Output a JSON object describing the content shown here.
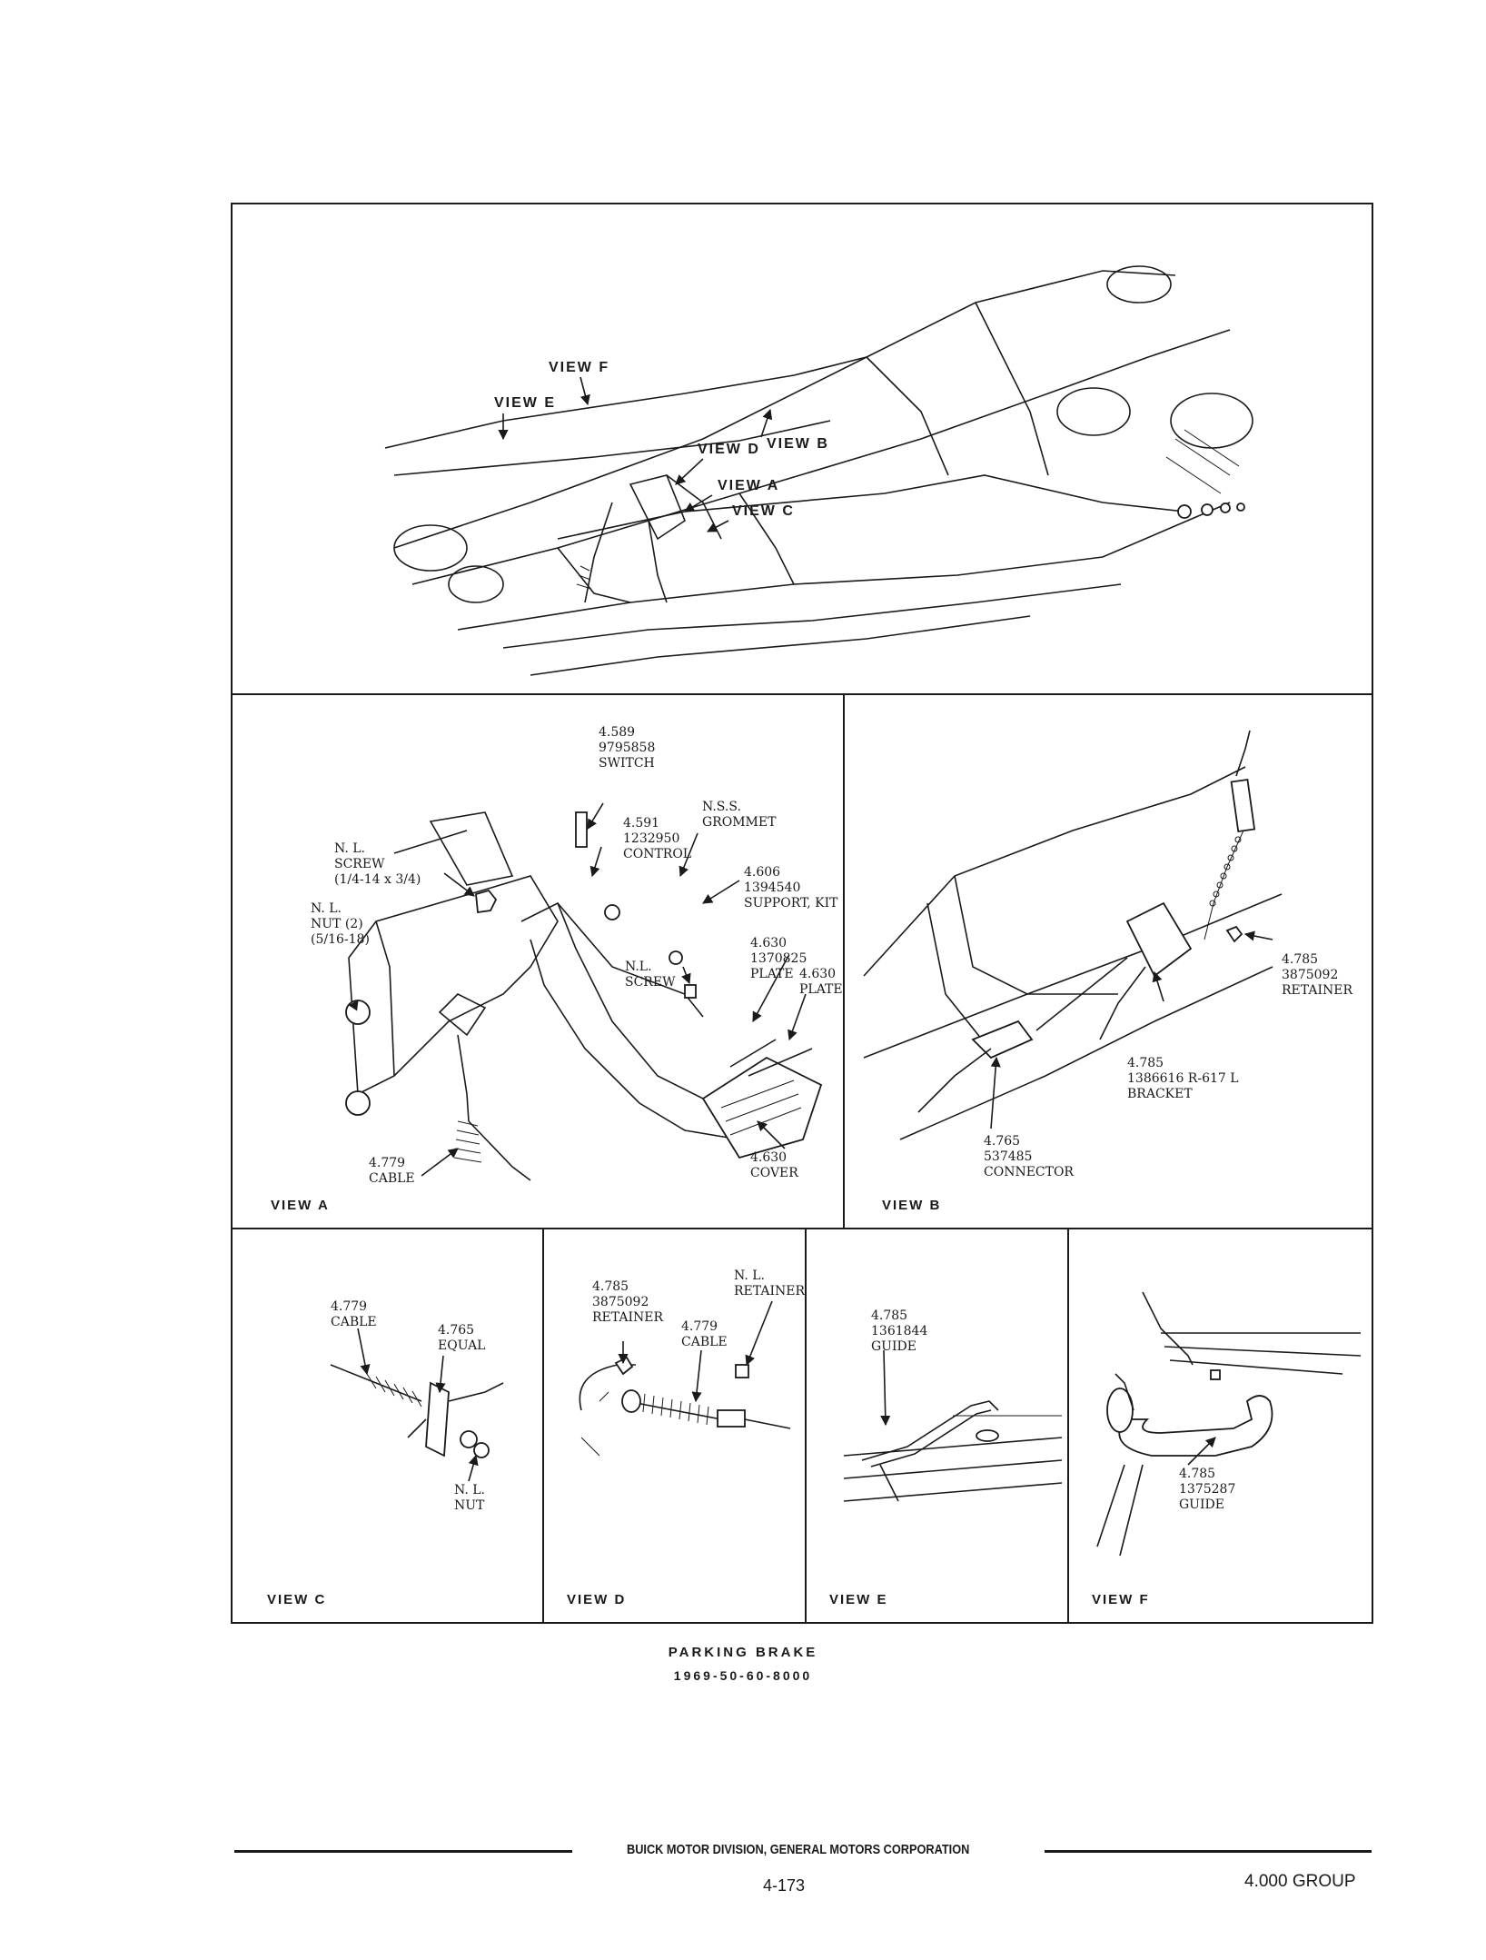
{
  "views": {
    "overview": {
      "callouts": [
        "VIEW F",
        "VIEW E",
        "VIEW D",
        "VIEW B",
        "VIEW A",
        "VIEW C"
      ]
    },
    "view_a": {
      "name": "VIEW A",
      "labels": [
        [
          "4.589",
          "9795858",
          "SWITCH"
        ],
        [
          "4.591",
          "1232950",
          "CONTROL"
        ],
        [
          "N.S.S.",
          "GROMMET"
        ],
        [
          "4.606",
          "1394540",
          "SUPPORT, KIT"
        ],
        [
          "N. L.",
          "SCREW",
          "(1/4-14 x 3/4)"
        ],
        [
          "N. L.",
          "NUT (2)",
          "(5/16-18)"
        ],
        [
          "N.L.",
          "SCREW"
        ],
        [
          "4.630",
          "1370825",
          "PLATE"
        ],
        [
          "4.630",
          "PLATE"
        ],
        [
          "4.630",
          "COVER"
        ],
        [
          "4.779",
          "CABLE"
        ]
      ]
    },
    "view_b": {
      "name": "VIEW B",
      "labels": [
        [
          "4.785",
          "3875092",
          "RETAINER"
        ],
        [
          "4.785",
          "1386616 R-617 L",
          "BRACKET"
        ],
        [
          "4.765",
          "537485",
          "CONNECTOR"
        ]
      ]
    },
    "view_c": {
      "name": "VIEW C",
      "labels": [
        [
          "4.779",
          "CABLE"
        ],
        [
          "4.765",
          "EQUAL"
        ],
        [
          "N. L.",
          "NUT"
        ]
      ]
    },
    "view_d": {
      "name": "VIEW D",
      "labels": [
        [
          "4.785",
          "3875092",
          "RETAINER"
        ],
        [
          "N. L.",
          "RETAINER"
        ],
        [
          "4.779",
          "CABLE"
        ]
      ]
    },
    "view_e": {
      "name": "VIEW E",
      "labels": [
        [
          "4.785",
          "1361844",
          "GUIDE"
        ]
      ]
    },
    "view_f": {
      "name": "VIEW F",
      "labels": [
        [
          "4.785",
          "1375287",
          "GUIDE"
        ]
      ]
    }
  },
  "caption": {
    "title": "PARKING BRAKE",
    "code": "1969-50-60-8000"
  },
  "footer": {
    "company": "BUICK MOTOR DIVISION, GENERAL MOTORS CORPORATION",
    "page_number": "4-173",
    "group": "4.000 GROUP"
  }
}
